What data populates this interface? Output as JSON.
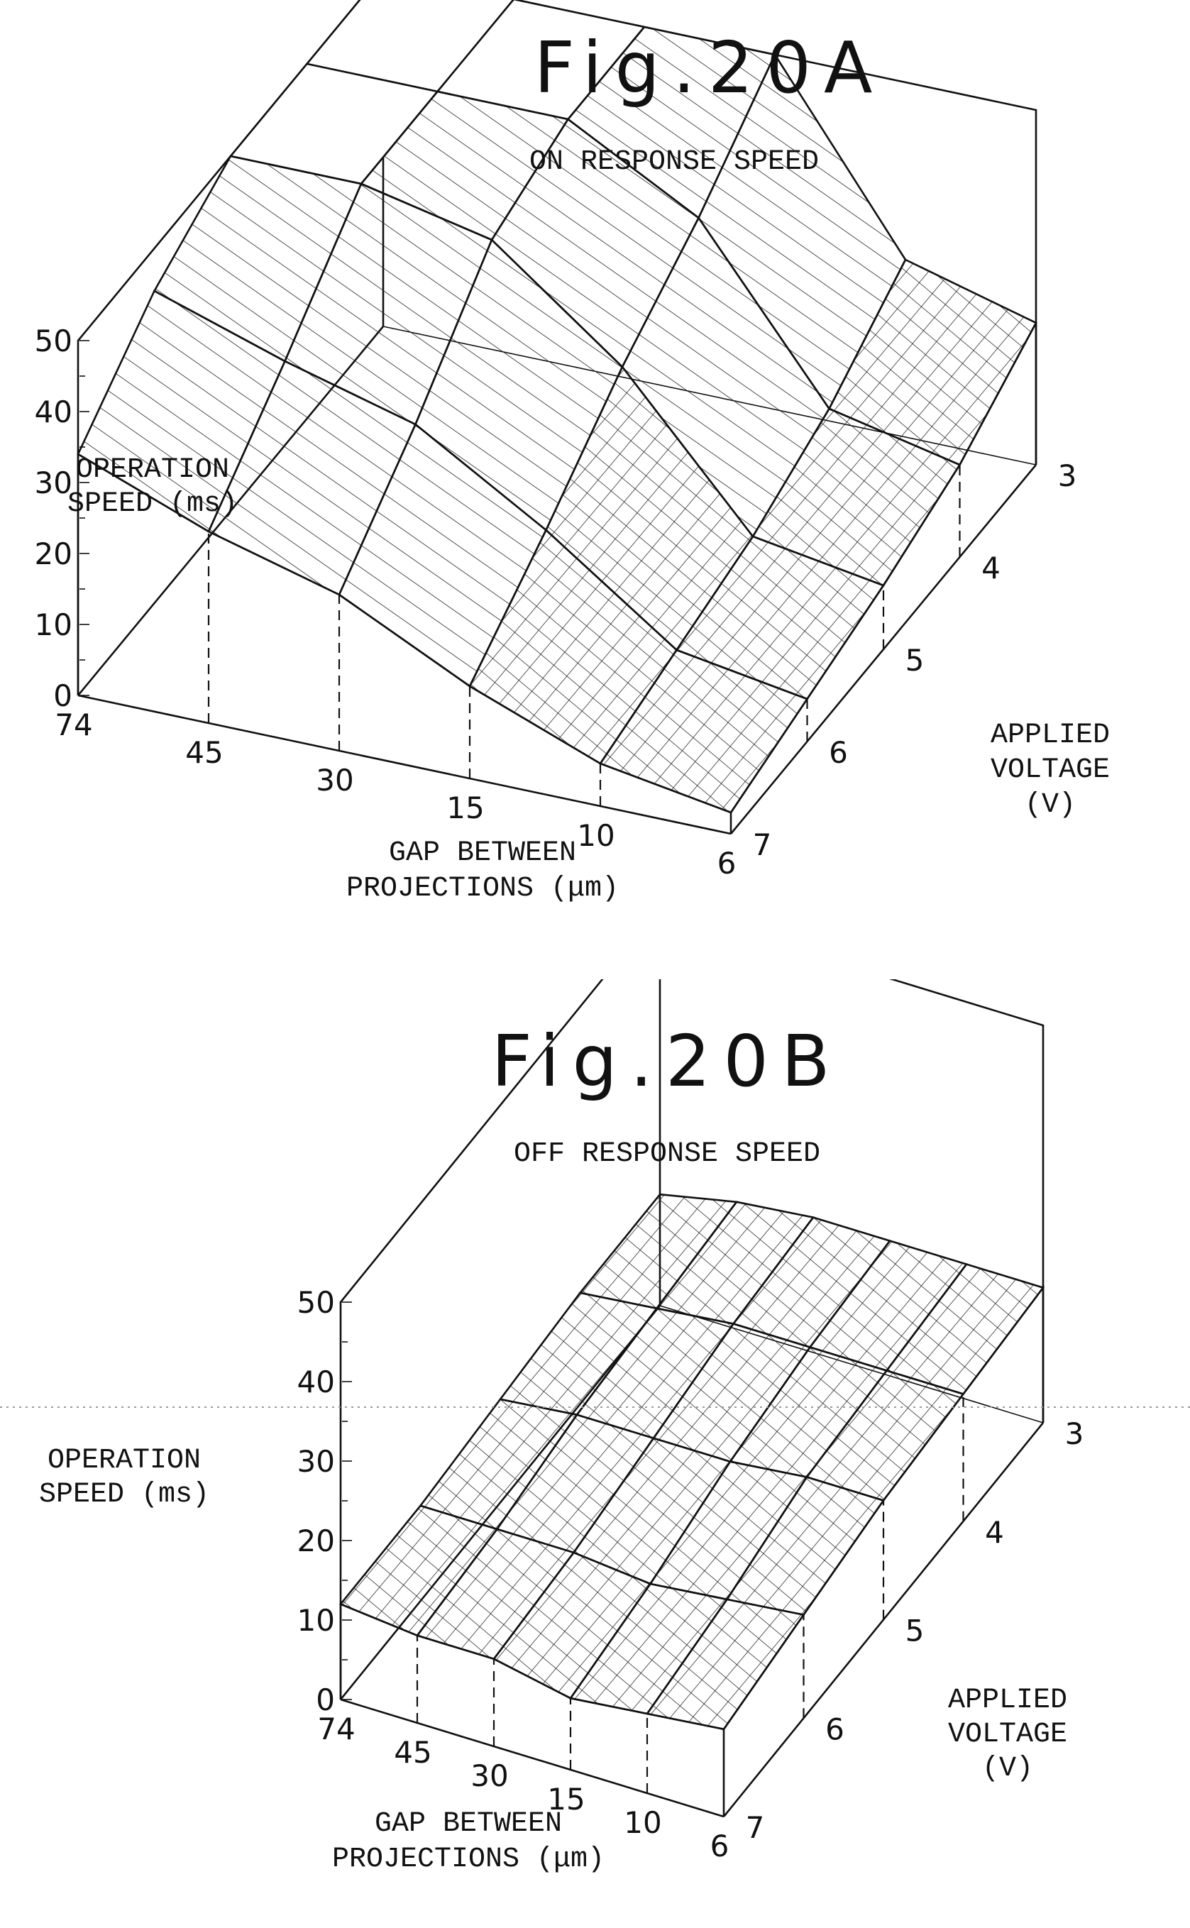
{
  "chart_data": [
    {
      "type": "surface3d",
      "figure_label": "Fig.20A",
      "title": "ON RESPONSE SPEED",
      "zlabel": [
        "OPERATION",
        "SPEED (ms)"
      ],
      "xlabel": [
        "GAP BETWEEN",
        "PROJECTIONS (μm)"
      ],
      "ylabel": [
        "APPLIED",
        "VOLTAGE",
        "(V)"
      ],
      "zlim": [
        0,
        50
      ],
      "z_ticks": [
        "0",
        "10",
        "20",
        "30",
        "40",
        "50"
      ],
      "x_categories": [
        "74",
        "45",
        "30",
        "15",
        "10",
        "6"
      ],
      "y_categories": [
        "3",
        "4",
        "5",
        "6",
        "7"
      ],
      "z_values": [
        [
          50,
          50,
          50,
          44,
          34
        ],
        [
          50,
          50,
          50,
          38,
          27
        ],
        [
          50,
          50,
          46,
          33,
          22
        ],
        [
          50,
          40,
          32,
          22,
          13
        ],
        [
          25,
          17,
          12,
          9,
          6
        ],
        [
          20,
          13,
          9,
          6,
          3
        ]
      ]
    },
    {
      "type": "surface3d",
      "figure_label": "Fig.20B",
      "title": "OFF RESPONSE SPEED",
      "zlabel": [
        "OPERATION",
        "SPEED (ms)"
      ],
      "xlabel": [
        "GAP BETWEEN",
        "PROJECTIONS (μm)"
      ],
      "ylabel": [
        "APPLIED",
        "VOLTAGE",
        "(V)"
      ],
      "zlim": [
        0,
        50
      ],
      "z_ticks": [
        "0",
        "10",
        "20",
        "30",
        "40",
        "50"
      ],
      "x_categories": [
        "74",
        "45",
        "30",
        "15",
        "10",
        "6"
      ],
      "y_categories": [
        "3",
        "4",
        "5",
        "6",
        "7"
      ],
      "z_values": [
        [
          14,
          14,
          13,
          12,
          12
        ],
        [
          16,
          15,
          14,
          12,
          11
        ],
        [
          17,
          16,
          14,
          12,
          11
        ],
        [
          17,
          16,
          14,
          11,
          9
        ],
        [
          17,
          16,
          15,
          12,
          10
        ],
        [
          17,
          16,
          15,
          13,
          11
        ]
      ]
    }
  ]
}
